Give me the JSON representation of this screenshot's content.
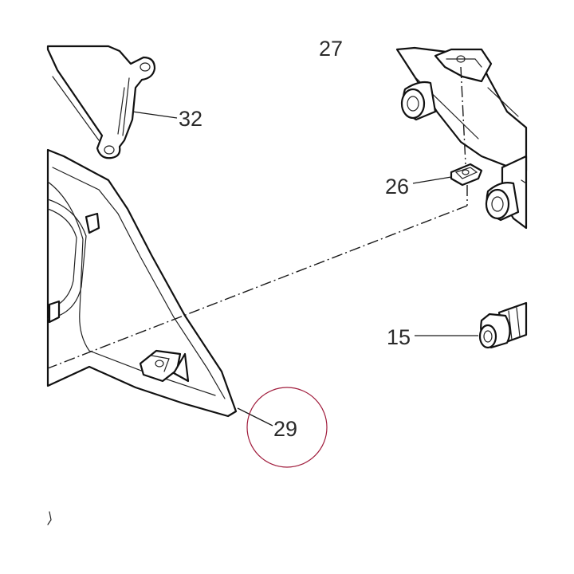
{
  "diagram": {
    "callouts": [
      {
        "id": "32",
        "label": "32"
      },
      {
        "id": "26",
        "label": "26"
      },
      {
        "id": "15",
        "label": "15"
      },
      {
        "id": "29",
        "label": "29",
        "highlighted": true
      },
      {
        "id": "27",
        "label": "27",
        "partially_cropped": true
      }
    ],
    "highlight_color": "#a01c3c"
  }
}
